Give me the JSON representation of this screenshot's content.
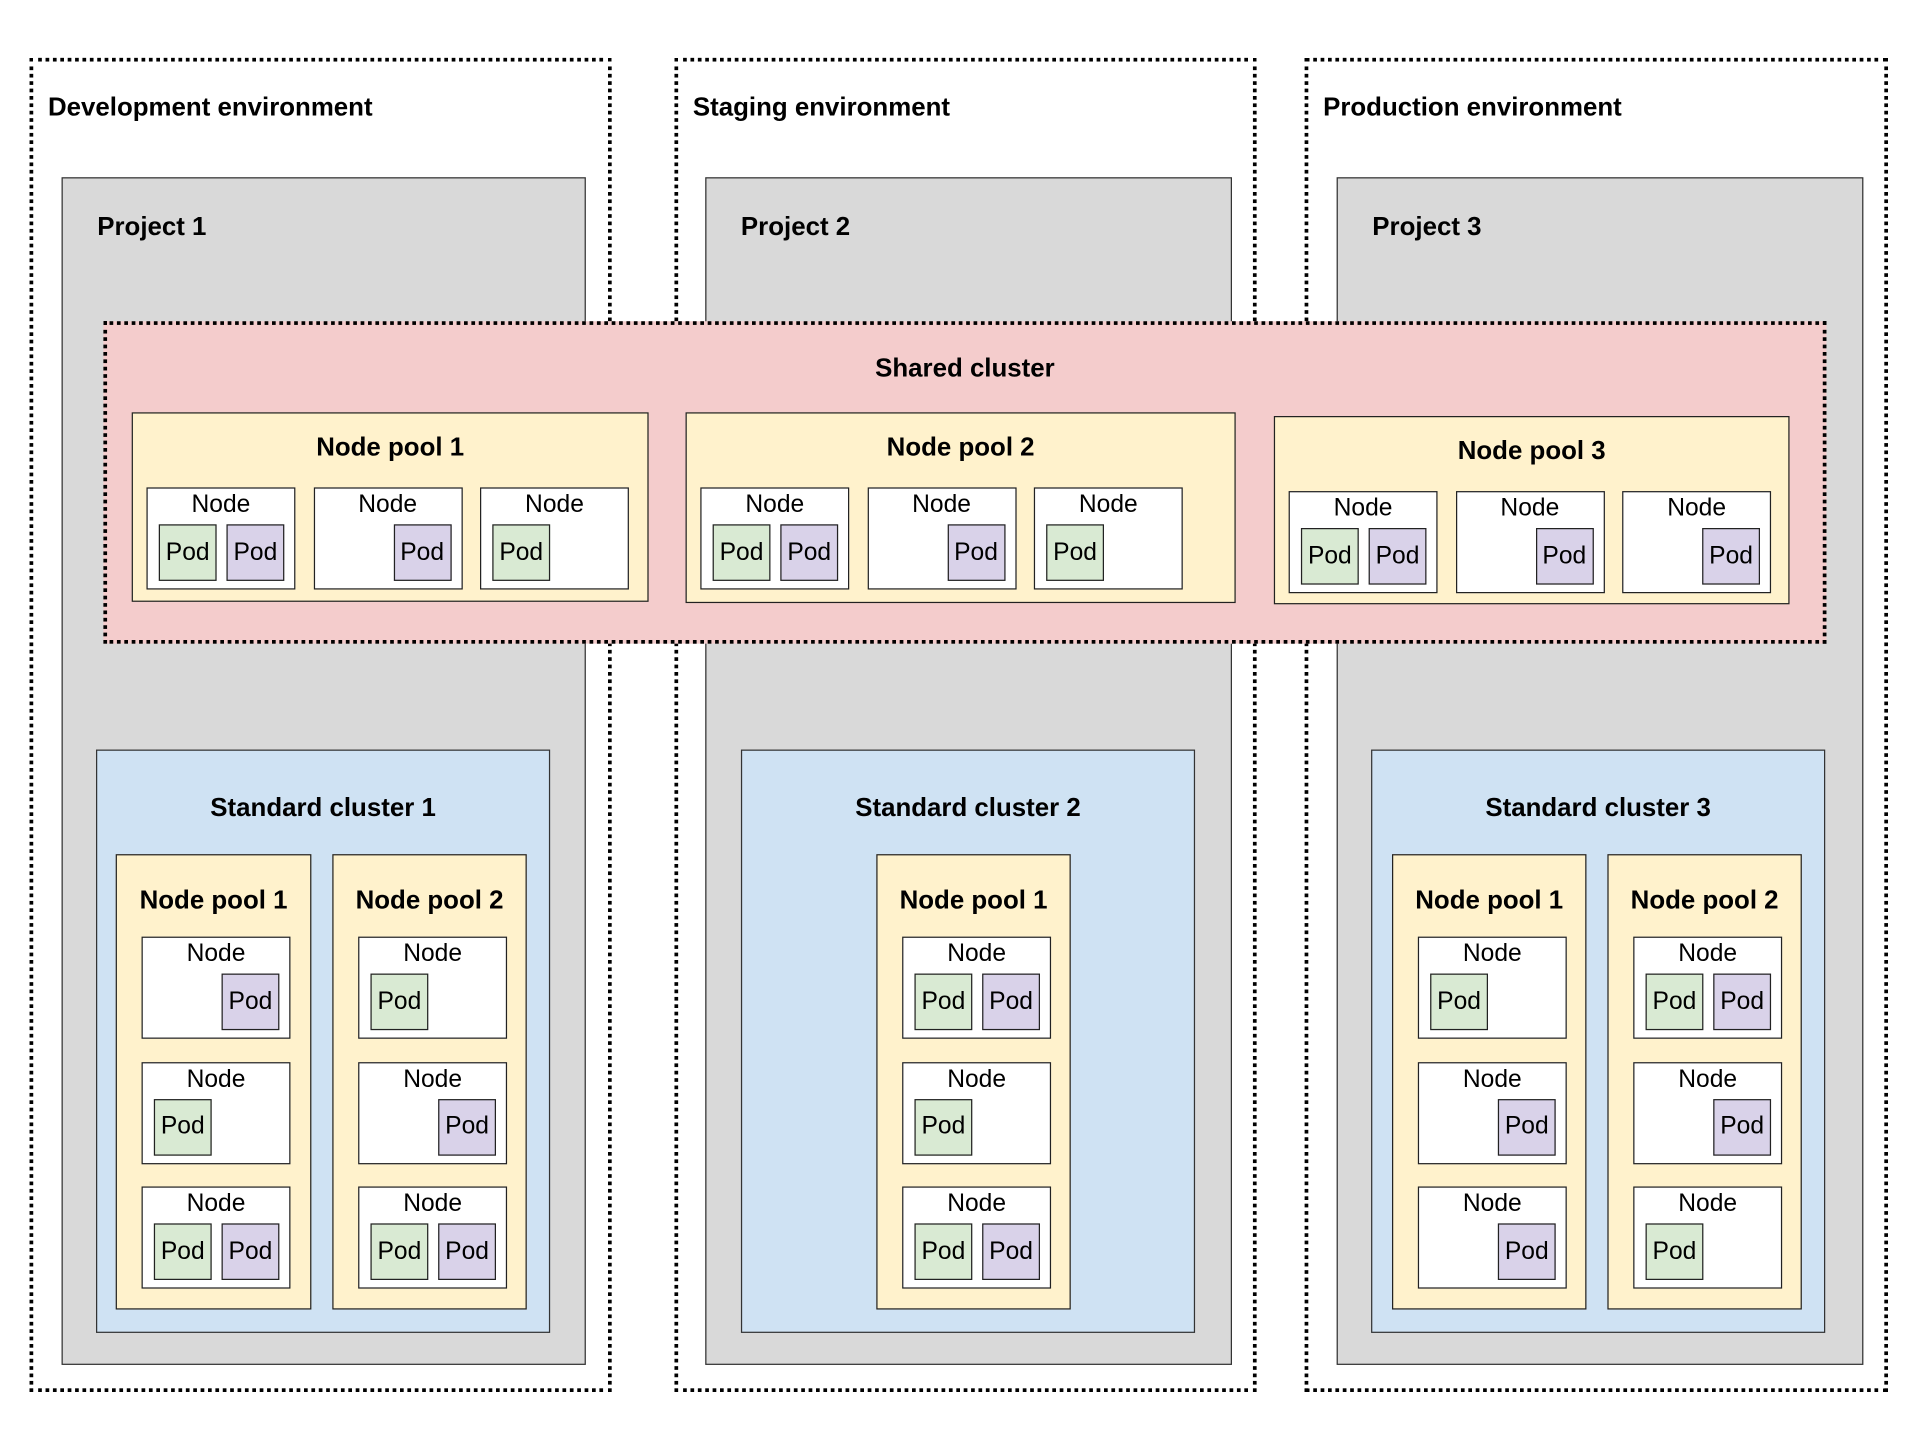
{
  "colors": {
    "project": "#d9d9d9",
    "shared_cluster": "#f4cccc",
    "standard_cluster": "#cfe2f3",
    "node_pool": "#fff2cc",
    "node": "#ffffff",
    "pod_green": "#d9ead3",
    "pod_purple": "#d9d2e9"
  },
  "environments": [
    {
      "title": "Development environment",
      "project": {
        "title": "Project 1",
        "standard_cluster": {
          "title": "Standard cluster 1",
          "node_pools": [
            {
              "title": "Node pool 1",
              "nodes": [
                {
                  "label": "Node",
                  "pods": [
                    {
                      "label": "Pod",
                      "type": "purple"
                    }
                  ]
                },
                {
                  "label": "Node",
                  "pods": [
                    {
                      "label": "Pod",
                      "type": "green"
                    }
                  ]
                },
                {
                  "label": "Node",
                  "pods": [
                    {
                      "label": "Pod",
                      "type": "green"
                    },
                    {
                      "label": "Pod",
                      "type": "purple"
                    }
                  ]
                }
              ]
            },
            {
              "title": "Node pool 2",
              "nodes": [
                {
                  "label": "Node",
                  "pods": [
                    {
                      "label": "Pod",
                      "type": "green"
                    }
                  ]
                },
                {
                  "label": "Node",
                  "pods": [
                    {
                      "label": "Pod",
                      "type": "purple"
                    }
                  ]
                },
                {
                  "label": "Node",
                  "pods": [
                    {
                      "label": "Pod",
                      "type": "green"
                    },
                    {
                      "label": "Pod",
                      "type": "purple"
                    }
                  ]
                }
              ]
            }
          ]
        }
      }
    },
    {
      "title": "Staging environment",
      "project": {
        "title": "Project 2",
        "standard_cluster": {
          "title": "Standard cluster 2",
          "node_pools": [
            {
              "title": "Node pool 1",
              "nodes": [
                {
                  "label": "Node",
                  "pods": [
                    {
                      "label": "Pod",
                      "type": "green"
                    },
                    {
                      "label": "Pod",
                      "type": "purple"
                    }
                  ]
                },
                {
                  "label": "Node",
                  "pods": [
                    {
                      "label": "Pod",
                      "type": "green"
                    }
                  ]
                },
                {
                  "label": "Node",
                  "pods": [
                    {
                      "label": "Pod",
                      "type": "green"
                    },
                    {
                      "label": "Pod",
                      "type": "purple"
                    }
                  ]
                }
              ]
            }
          ]
        }
      }
    },
    {
      "title": "Production environment",
      "project": {
        "title": "Project 3",
        "standard_cluster": {
          "title": "Standard cluster 3",
          "node_pools": [
            {
              "title": "Node pool 1",
              "nodes": [
                {
                  "label": "Node",
                  "pods": [
                    {
                      "label": "Pod",
                      "type": "green"
                    }
                  ]
                },
                {
                  "label": "Node",
                  "pods": [
                    {
                      "label": "Pod",
                      "type": "purple"
                    }
                  ]
                },
                {
                  "label": "Node",
                  "pods": [
                    {
                      "label": "Pod",
                      "type": "purple"
                    }
                  ]
                }
              ]
            },
            {
              "title": "Node pool 2",
              "nodes": [
                {
                  "label": "Node",
                  "pods": [
                    {
                      "label": "Pod",
                      "type": "green"
                    },
                    {
                      "label": "Pod",
                      "type": "purple"
                    }
                  ]
                },
                {
                  "label": "Node",
                  "pods": [
                    {
                      "label": "Pod",
                      "type": "purple"
                    }
                  ]
                },
                {
                  "label": "Node",
                  "pods": [
                    {
                      "label": "Pod",
                      "type": "green"
                    }
                  ]
                }
              ]
            }
          ]
        }
      }
    }
  ],
  "shared_cluster": {
    "title": "Shared cluster",
    "node_pools": [
      {
        "title": "Node pool 1",
        "nodes": [
          {
            "label": "Node",
            "pods": [
              {
                "label": "Pod",
                "type": "green"
              },
              {
                "label": "Pod",
                "type": "purple"
              }
            ]
          },
          {
            "label": "Node",
            "pods": [
              {
                "label": "Pod",
                "type": "purple"
              }
            ]
          },
          {
            "label": "Node",
            "pods": [
              {
                "label": "Pod",
                "type": "green"
              }
            ]
          }
        ]
      },
      {
        "title": "Node pool 2",
        "nodes": [
          {
            "label": "Node",
            "pods": [
              {
                "label": "Pod",
                "type": "green"
              },
              {
                "label": "Pod",
                "type": "purple"
              }
            ]
          },
          {
            "label": "Node",
            "pods": [
              {
                "label": "Pod",
                "type": "purple"
              }
            ]
          },
          {
            "label": "Node",
            "pods": [
              {
                "label": "Pod",
                "type": "green"
              }
            ]
          }
        ]
      },
      {
        "title": "Node pool 3",
        "nodes": [
          {
            "label": "Node",
            "pods": [
              {
                "label": "Pod",
                "type": "green"
              },
              {
                "label": "Pod",
                "type": "purple"
              }
            ]
          },
          {
            "label": "Node",
            "pods": [
              {
                "label": "Pod",
                "type": "purple"
              }
            ]
          },
          {
            "label": "Node",
            "pods": [
              {
                "label": "Pod",
                "type": "purple"
              }
            ]
          }
        ]
      }
    ]
  }
}
